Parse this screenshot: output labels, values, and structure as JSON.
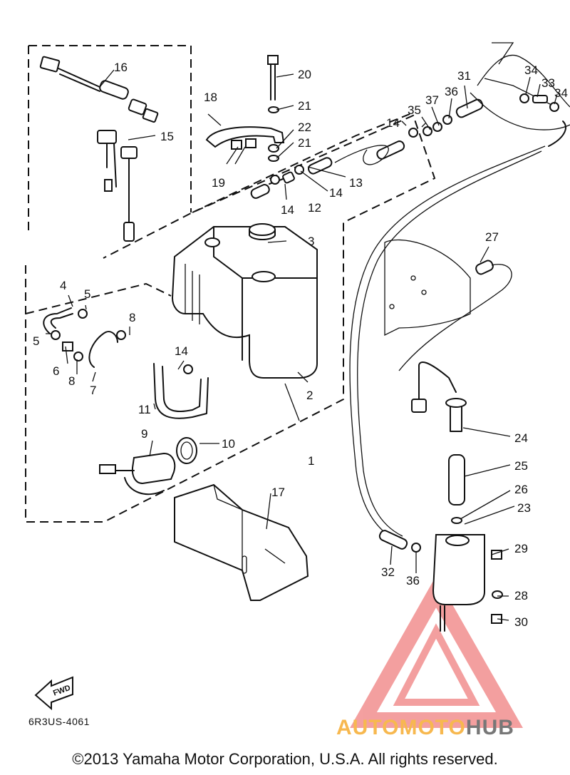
{
  "callouts": [
    "1",
    "2",
    "3",
    "4",
    "5",
    "5",
    "6",
    "7",
    "8",
    "8",
    "9",
    "10",
    "11",
    "12",
    "13",
    "14",
    "14",
    "14",
    "14",
    "15",
    "16",
    "17",
    "18",
    "19",
    "20",
    "21",
    "21",
    "22",
    "23",
    "24",
    "25",
    "26",
    "27",
    "28",
    "29",
    "30",
    "31",
    "32",
    "33",
    "34",
    "34",
    "35",
    "36",
    "36",
    "37"
  ],
  "fwd_label": "FWD",
  "diagram_code": "6R3US-4061",
  "watermark": {
    "part1": "AUTOMOTO",
    "part2": "HUB",
    "color1": "#f7b84f",
    "color2": "#777777",
    "logo_color": "#f08080"
  },
  "copyright": "©2013 Yamaha Motor Corporation, U.S.A. All rights reserved."
}
